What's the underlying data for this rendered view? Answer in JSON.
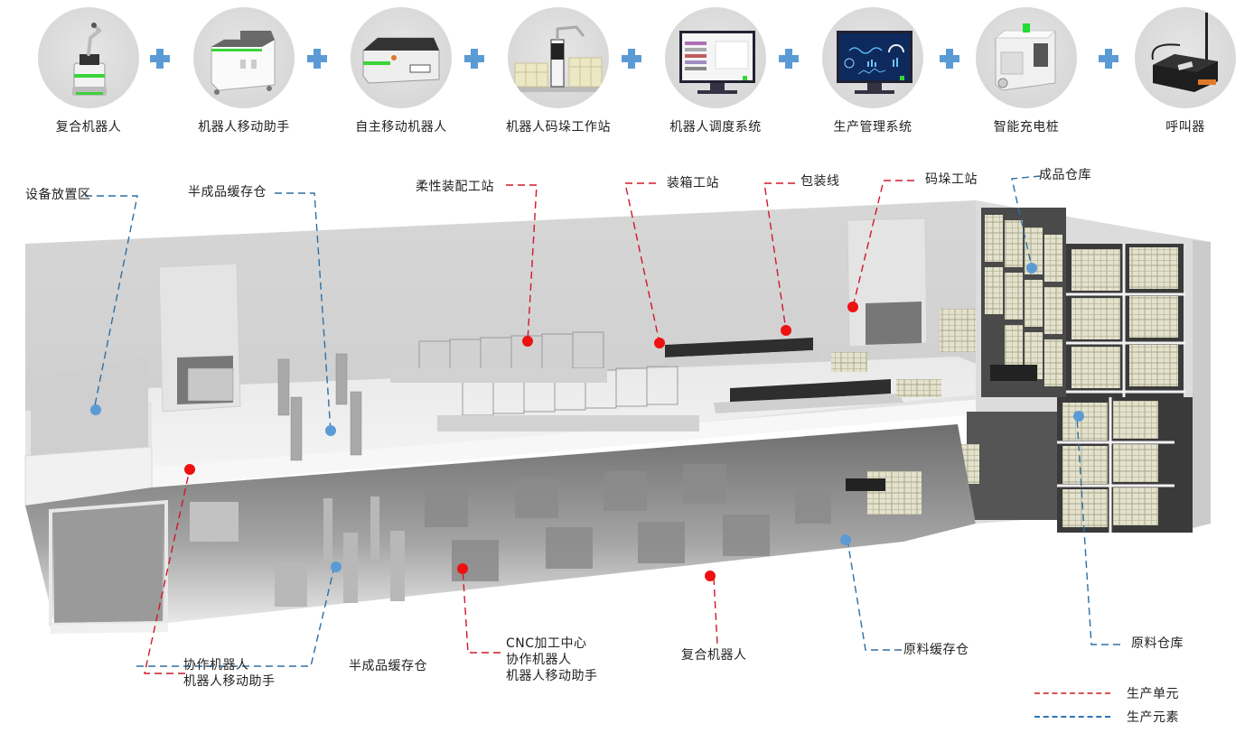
{
  "products": [
    {
      "id": "composite-robot",
      "label": "复合机器人",
      "icon": "composite-robot-icon"
    },
    {
      "id": "mobile-assistant",
      "label": "机器人移动助手",
      "icon": "mobile-assistant-icon"
    },
    {
      "id": "amr",
      "label": "自主移动机器人",
      "icon": "amr-icon"
    },
    {
      "id": "palletizing-station",
      "label": "机器人码垛工作站",
      "icon": "palletizing-station-icon"
    },
    {
      "id": "dispatch-system",
      "label": "机器人调度系统",
      "icon": "monitor-icon"
    },
    {
      "id": "production-mgmt",
      "label": "生产管理系统",
      "icon": "dashboard-monitor-icon"
    },
    {
      "id": "charging-pile",
      "label": "智能充电桩",
      "icon": "charging-pile-icon"
    },
    {
      "id": "caller",
      "label": "呼叫器",
      "icon": "caller-device-icon"
    }
  ],
  "plus_color": "#5b9bd5",
  "callouts": {
    "top": [
      {
        "id": "equipment-area",
        "label": "设备放置区",
        "type": "element"
      },
      {
        "id": "semi-buffer-top",
        "label": "半成品缓存仓",
        "type": "element"
      },
      {
        "id": "flex-assembly",
        "label": "柔性装配工站",
        "type": "unit"
      },
      {
        "id": "boxing-station",
        "label": "装箱工站",
        "type": "unit"
      },
      {
        "id": "packing-line",
        "label": "包装线",
        "type": "unit"
      },
      {
        "id": "palletizing",
        "label": "码垛工站",
        "type": "unit"
      },
      {
        "id": "finished-warehouse",
        "label": "成品仓库",
        "type": "element"
      }
    ],
    "bottom": [
      {
        "id": "cobot-assistant",
        "lines": [
          "协作机器人",
          "机器人移动助手"
        ],
        "type": "unit"
      },
      {
        "id": "semi-buffer-bottom",
        "lines": [
          "半成品缓存仓"
        ],
        "type": "element"
      },
      {
        "id": "cnc-center",
        "lines": [
          "CNC加工中心",
          "协作机器人",
          "机器人移动助手"
        ],
        "type": "unit"
      },
      {
        "id": "composite-robot-bottom",
        "lines": [
          "复合机器人"
        ],
        "type": "unit"
      },
      {
        "id": "raw-buffer",
        "lines": [
          "原料缓存仓"
        ],
        "type": "element"
      },
      {
        "id": "raw-warehouse",
        "lines": [
          "原料仓库"
        ],
        "type": "element"
      }
    ]
  },
  "legend": [
    {
      "label": "生产单元",
      "color": "#d9534f",
      "style": "dashed"
    },
    {
      "label": "生产元素",
      "color": "#2e75b6",
      "style": "dashed"
    }
  ],
  "colors": {
    "unit_dot": "#ee1111",
    "element_dot": "#5b9bd5",
    "unit_line": "#d0182a",
    "element_line": "#2e6fa3"
  }
}
